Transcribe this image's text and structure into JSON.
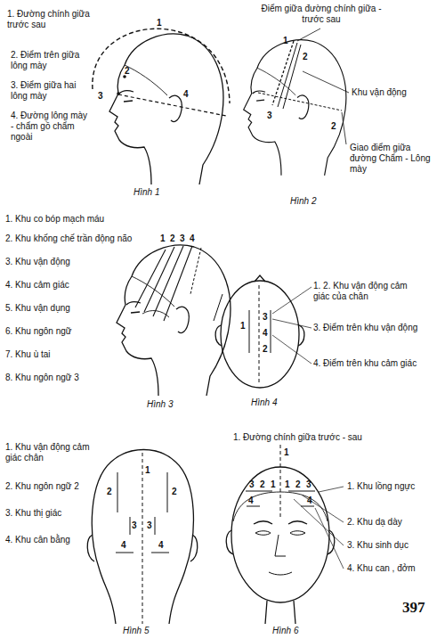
{
  "diagram": {
    "labels": [
      "1. Đường chính giữa trước sau",
      "2. Điểm trên giữa lông mày",
      "3. Điểm giữa hai lông mày",
      "4. Đường lông mày - chẩm gồ chẩm ngoài",
      "1",
      "2",
      "3",
      "4",
      "Hình 1",
      "Điểm giữa đường chính giữa - trước sau",
      "Khu vận động",
      "Giao điểm giữa đường Chẩm - Lông mày",
      "1",
      "2",
      "3",
      "2",
      "Hình 2",
      "1. Khu co bóp mạch máu",
      "2. Khu khống chế trần động não",
      "3. Khu vận động",
      "4. Khu cảm giác",
      "5. Khu vận dụng",
      "6. Khu ngôn ngữ",
      "7. Khu ù tai",
      "8. Khu ngôn ngữ 3",
      "1",
      "2",
      "3",
      "4",
      "Hình 3",
      "1. 2. Khu vận động cảm giác của chân",
      "3. Điểm trên khu vận động",
      "4. Điểm trên khu cảm giác",
      "1",
      "3",
      "4",
      "2",
      "Hình 4",
      "1. Khu vận động cảm giác chân",
      "2. Khu ngôn ngữ 2",
      "3. Khu thị giác",
      "4. Khu cân bằng",
      "1",
      "2",
      "2",
      "3",
      "3",
      "4",
      "4",
      "Hình 5",
      "1. Đường chính giữa trước - sau",
      "1. Khu lồng ngực",
      "2. Khu dạ dày",
      "3. Khu sinh dục",
      "4. Khu can , đởm",
      "3",
      "2",
      "1",
      "1",
      "2",
      "3",
      "4",
      "4",
      "1",
      "Hình 6",
      "397"
    ]
  }
}
